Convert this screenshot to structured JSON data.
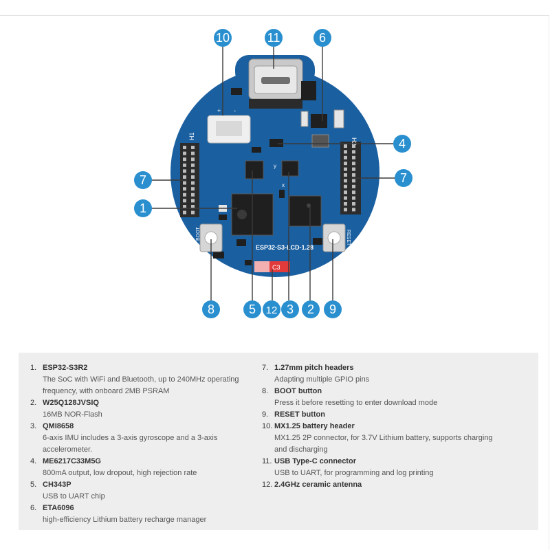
{
  "board": {
    "label": "ESP32-S3-LCD-1.28",
    "header_left": "H1",
    "header_right": "H2",
    "boot_silk": "BOOT",
    "reset_silk": "RESET",
    "antenna_silk": "C3",
    "axis_x": "x",
    "axis_y": "y",
    "connector_plus": "+",
    "connector_minus": "-"
  },
  "callouts": [
    "1",
    "2",
    "3",
    "4",
    "5",
    "6",
    "7",
    "8",
    "9",
    "10",
    "11",
    "12"
  ],
  "legend": {
    "left": [
      {
        "num": "1.",
        "title": "ESP32-S3R2",
        "desc": [
          "The SoC with WiFi and Bluetooth, up to 240MHz operating",
          "frequency, with onboard 2MB PSRAM"
        ]
      },
      {
        "num": "2.",
        "title": "W25Q128JVSIQ",
        "desc": [
          "16MB NOR-Flash"
        ]
      },
      {
        "num": "3.",
        "title": "QMI8658",
        "desc": [
          "6-axis IMU includes a 3-axis gyroscope and a 3-axis",
          "accelerometer."
        ]
      },
      {
        "num": "4.",
        "title": "ME6217C33M5G",
        "desc": [
          "800mA output, low dropout, high rejection rate"
        ]
      },
      {
        "num": "5.",
        "title": "CH343P",
        "desc": [
          "USB to UART chip"
        ]
      },
      {
        "num": "6.",
        "title": "ETA6096",
        "desc": [
          "high-efficiency Lithium battery recharge manager"
        ]
      }
    ],
    "right": [
      {
        "num": "7.",
        "title": "1.27mm pitch headers",
        "desc": [
          "Adapting multiple GPIO pins"
        ]
      },
      {
        "num": "8.",
        "title": "BOOT button",
        "desc": [
          "Press it before resetting to enter download mode"
        ]
      },
      {
        "num": "9.",
        "title": "RESET button",
        "desc": []
      },
      {
        "num": "10.",
        "title": "MX1.25 battery header",
        "desc": [
          "MX1.25 2P connector, for 3.7V Lithium battery, supports charging",
          "and discharging"
        ]
      },
      {
        "num": "11.",
        "title": "USB Type-C connector",
        "desc": [
          "USB to UART, for programming and log printing"
        ]
      },
      {
        "num": "12.",
        "title": "2.4GHz ceramic antenna",
        "desc": []
      }
    ]
  },
  "colors": {
    "badge": "#2a8fcf",
    "pcb": "#1a5fa0",
    "leader": "#3a3a3a",
    "legend_bg": "#eeeeee"
  }
}
